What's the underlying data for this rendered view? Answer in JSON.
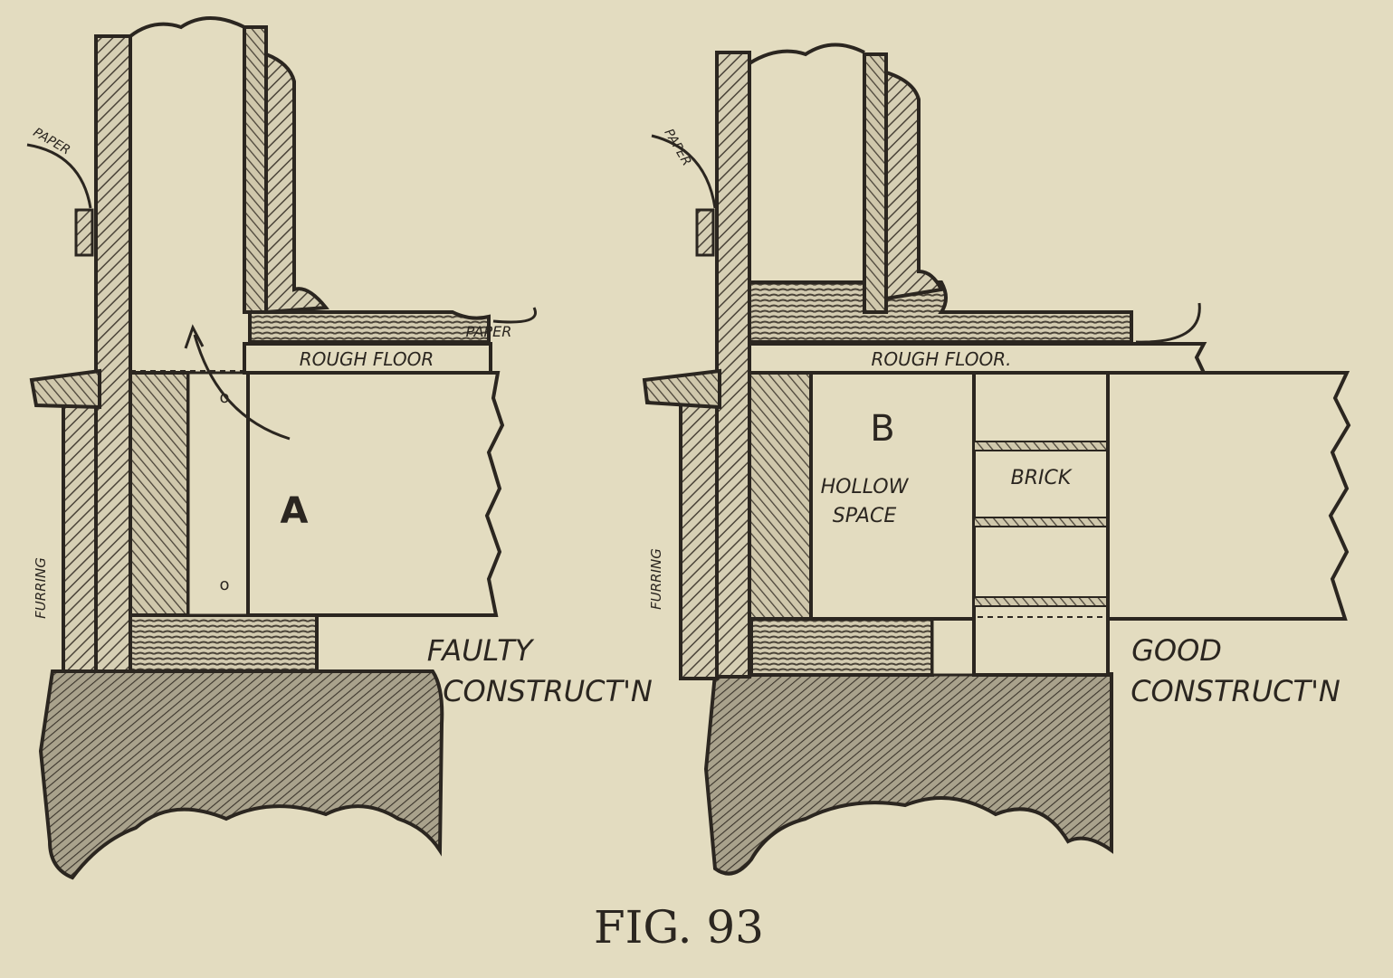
{
  "figure": {
    "caption": "FIG. 93",
    "colors": {
      "paper": "#e3dcc0",
      "ink": "#2b2620",
      "hatch": "#4a4338"
    }
  },
  "diagram_a": {
    "letter": "A",
    "rough_floor": "ROUGH FLOOR",
    "paper_left": "PAPER",
    "paper_right": "PAPER",
    "furring": "FURRING",
    "mark_o_upper": "o",
    "mark_o_lower": "o",
    "caption_line1": "FAULTY",
    "caption_line2": "CONSTRUCT'N"
  },
  "diagram_b": {
    "letter": "B",
    "rough_floor": "ROUGH FLOOR.",
    "paper": "PAPER",
    "hollow_line1": "HOLLOW",
    "hollow_line2": "SPACE",
    "brick": "BRICK",
    "furring": "FURRING",
    "caption_line1": "GOOD",
    "caption_line2": "CONSTRUCT'N"
  }
}
